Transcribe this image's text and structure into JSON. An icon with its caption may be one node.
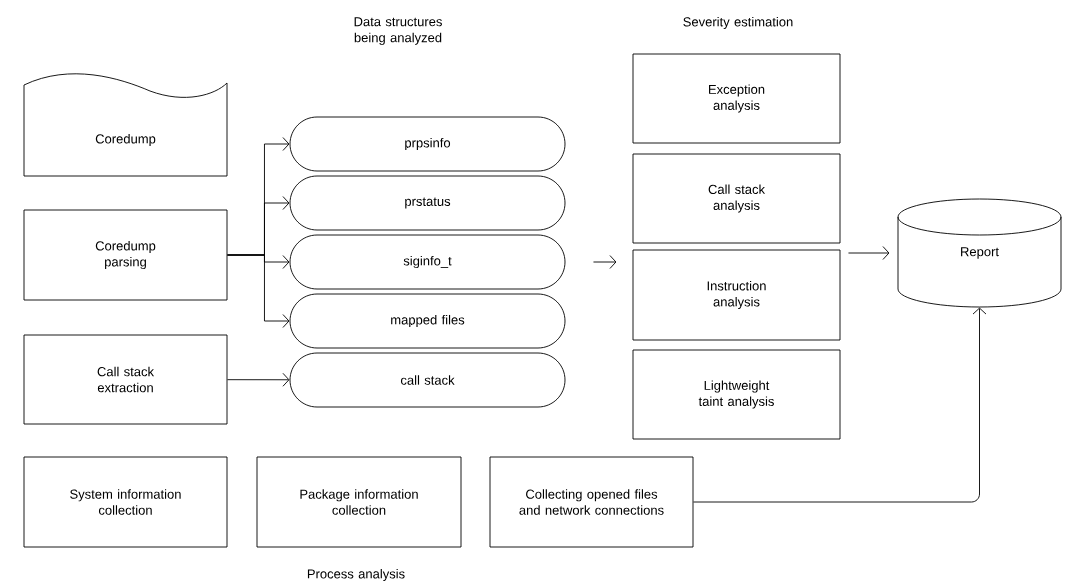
{
  "diagram": {
    "nodes": [
      {
        "text": [
          "Coredump"
        ]
      },
      {
        "text": [
          "Coredump parsing"
        ]
      },
      {
        "text": [
          "Call stack extraction"
        ]
      },
      {
        "text": [
          "prpsinfo"
        ]
      },
      {
        "text": [
          "prstatus"
        ]
      },
      {
        "text": [
          "siginfo_t"
        ]
      },
      {
        "text": [
          "mapped files"
        ]
      },
      {
        "text": [
          "call stack"
        ]
      },
      {
        "text": [
          "Exception analysis"
        ]
      },
      {
        "text": [
          "Call stack analysis"
        ]
      },
      {
        "text": [
          "Instruction analysis"
        ]
      },
      {
        "text": [
          "Lightweight taint analysis"
        ]
      },
      {
        "text": [
          "Report"
        ]
      },
      {
        "text": [
          "System information collection"
        ]
      },
      {
        "text": [
          "Package information collection"
        ]
      },
      {
        "text": [
          "Collecting opened files and network connections"
        ]
      }
    ],
    "edges": [
      {
        "from": 1,
        "to": 3,
        "arrow": "to"
      },
      {
        "from": 1,
        "to": 4,
        "arrow": "to"
      },
      {
        "from": 1,
        "to": 5,
        "arrow": "to"
      },
      {
        "from": 1,
        "to": 6,
        "arrow": "to"
      },
      {
        "from": 2,
        "to": 7,
        "arrow": "to"
      },
      {
        "from": 5,
        "to": 10,
        "arrow": "to"
      },
      {
        "from": 10,
        "to": 12,
        "arrow": "to"
      },
      {
        "from": 15,
        "to": 12,
        "arrow": "to"
      }
    ],
    "labels": [
      "Data structures being analyzed",
      "Severity estimation",
      "Process analysis"
    ]
  }
}
